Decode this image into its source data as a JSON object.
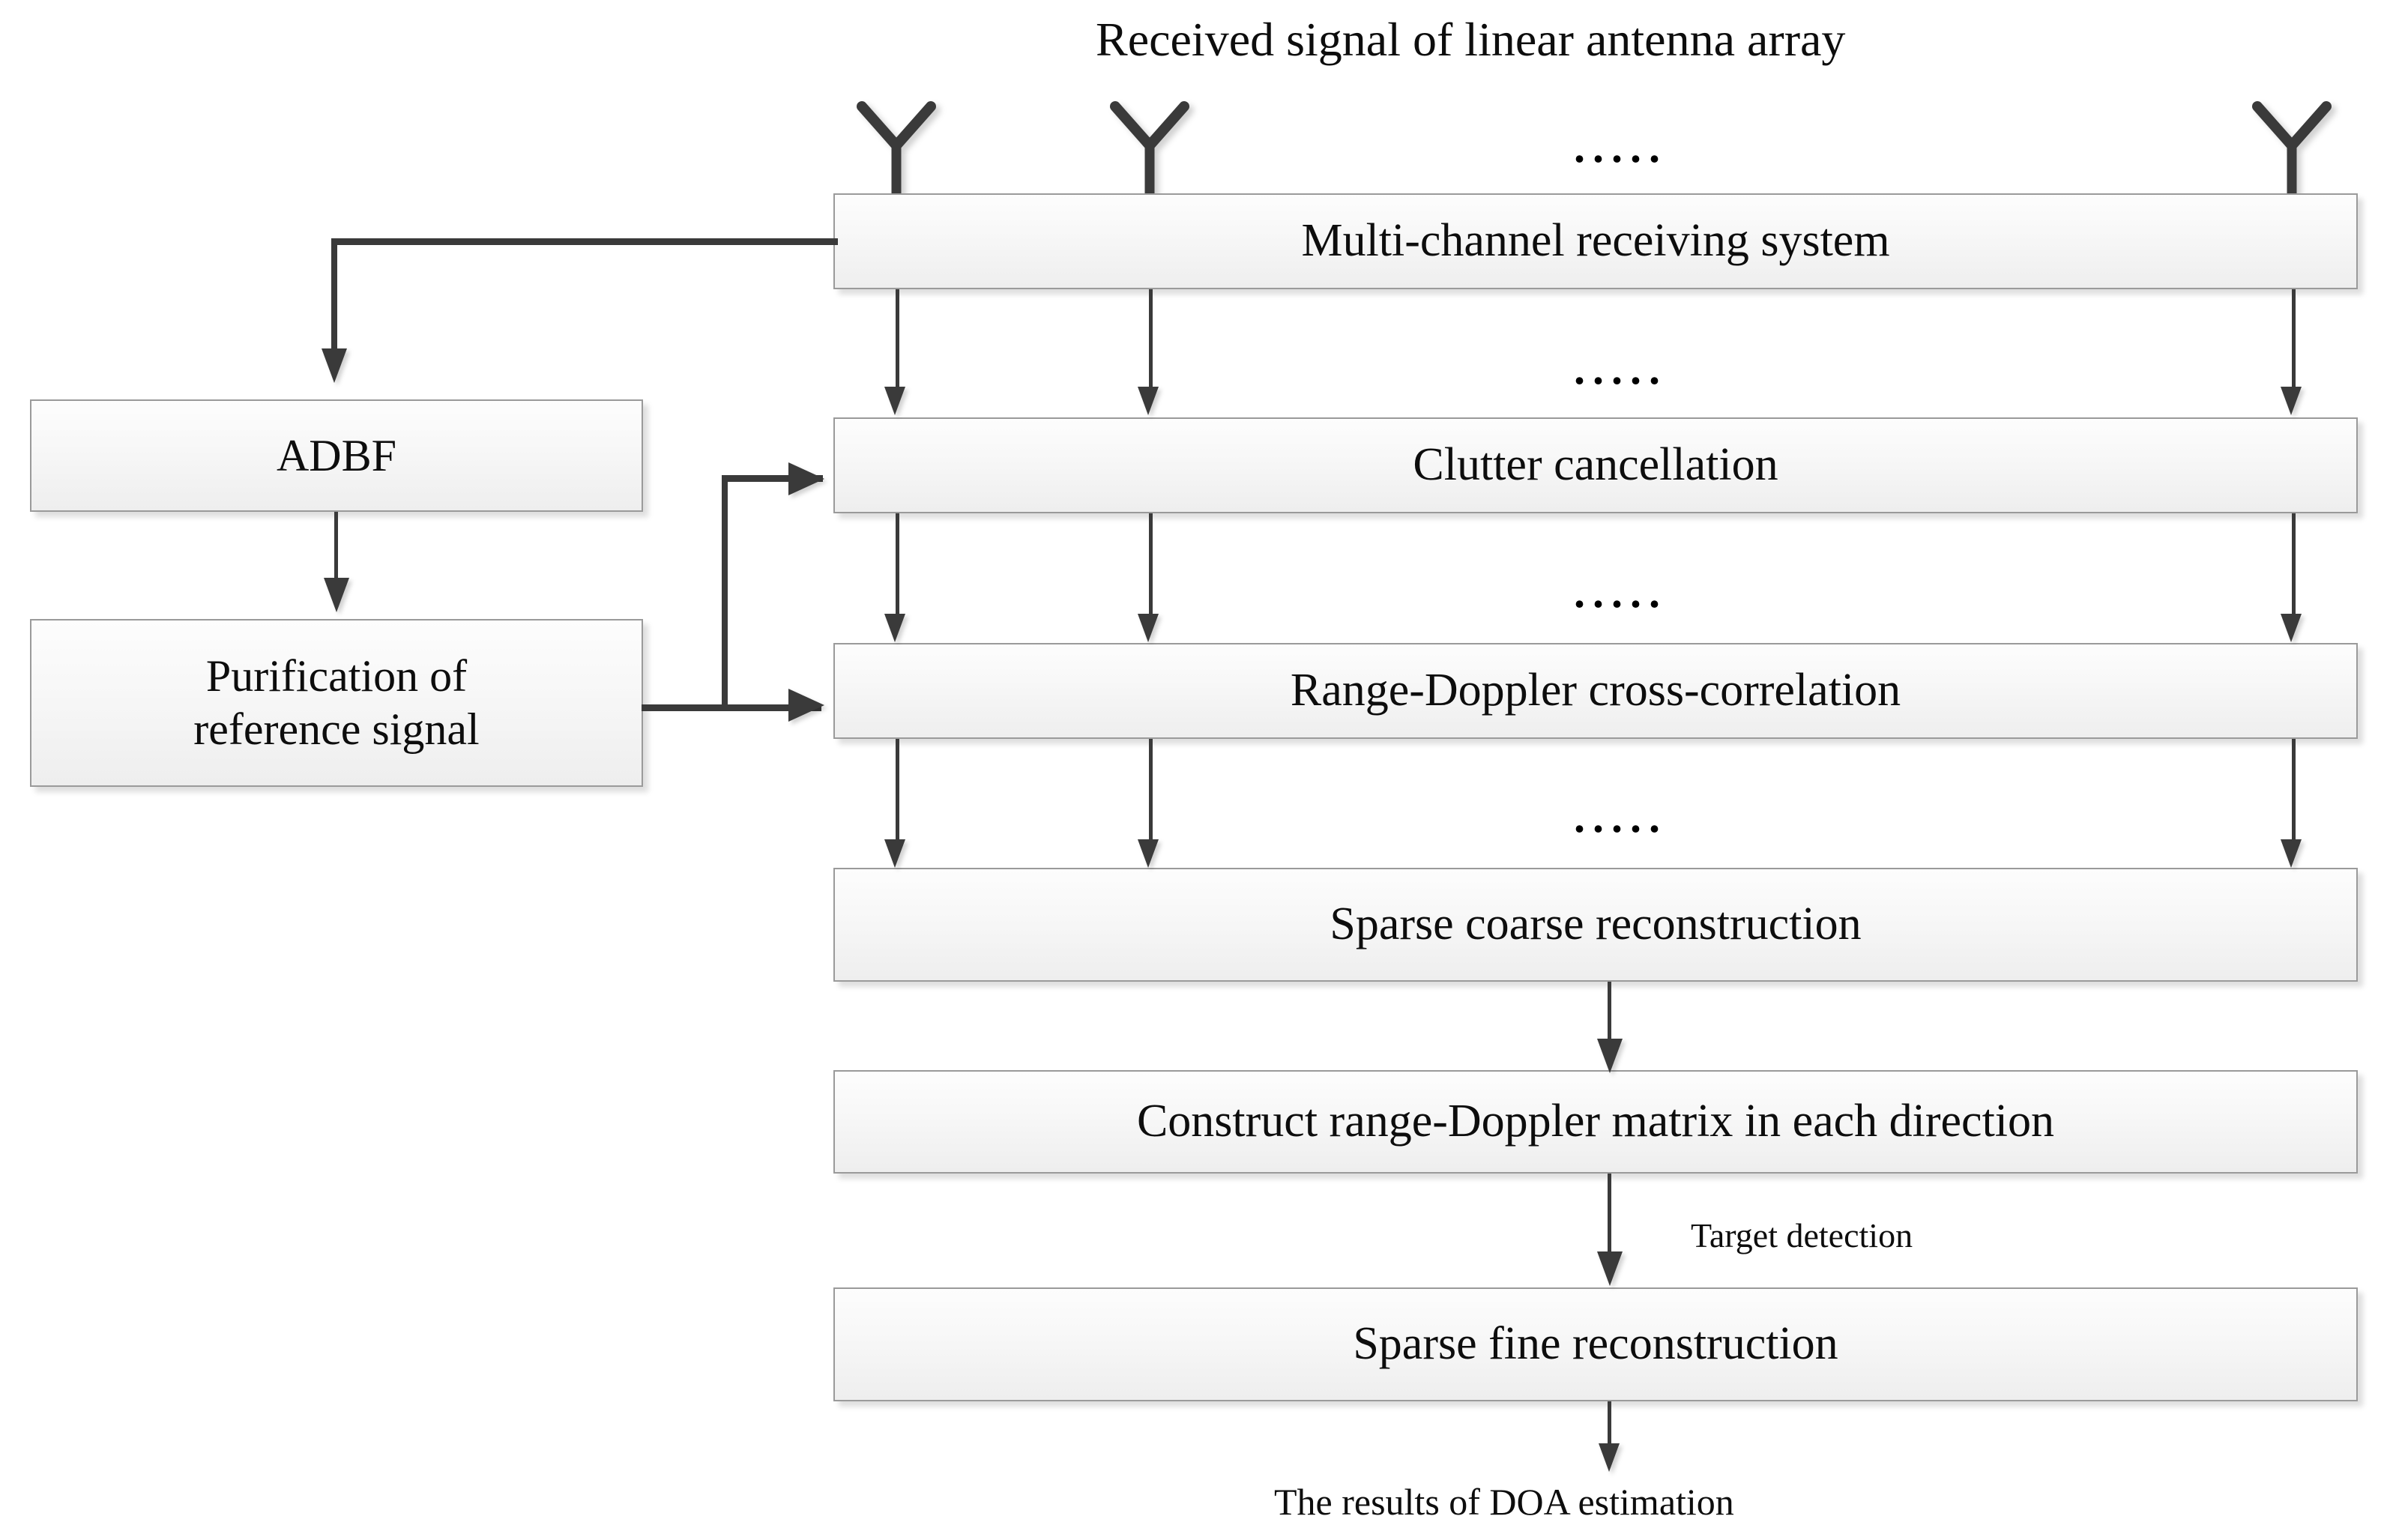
{
  "diagram": {
    "title_label": "Received signal of linear antenna array",
    "ellipsis": ".....",
    "antenna_icon": "antenna-icon",
    "boxes": {
      "multi_channel": "Multi-channel receiving system",
      "clutter": "Clutter cancellation",
      "range_doppler": "Range-Doppler cross-correlation",
      "sparse_coarse": "Sparse coarse reconstruction",
      "construct_matrix": "Construct range-Doppler matrix in each direction",
      "sparse_fine": "Sparse fine reconstruction",
      "adbf": "ADBF",
      "purification": "Purification of\nreference signal"
    },
    "edge_labels": {
      "target_detection": "Target detection"
    },
    "output_label": "The results of DOA estimation",
    "colors": {
      "box_border": "#9a9a9a",
      "box_fill_top": "#fdfdfd",
      "box_fill_bottom": "#eeeeee",
      "connector": "#3a3a3a",
      "text": "#0d0d0d",
      "background": "#ffffff"
    }
  }
}
